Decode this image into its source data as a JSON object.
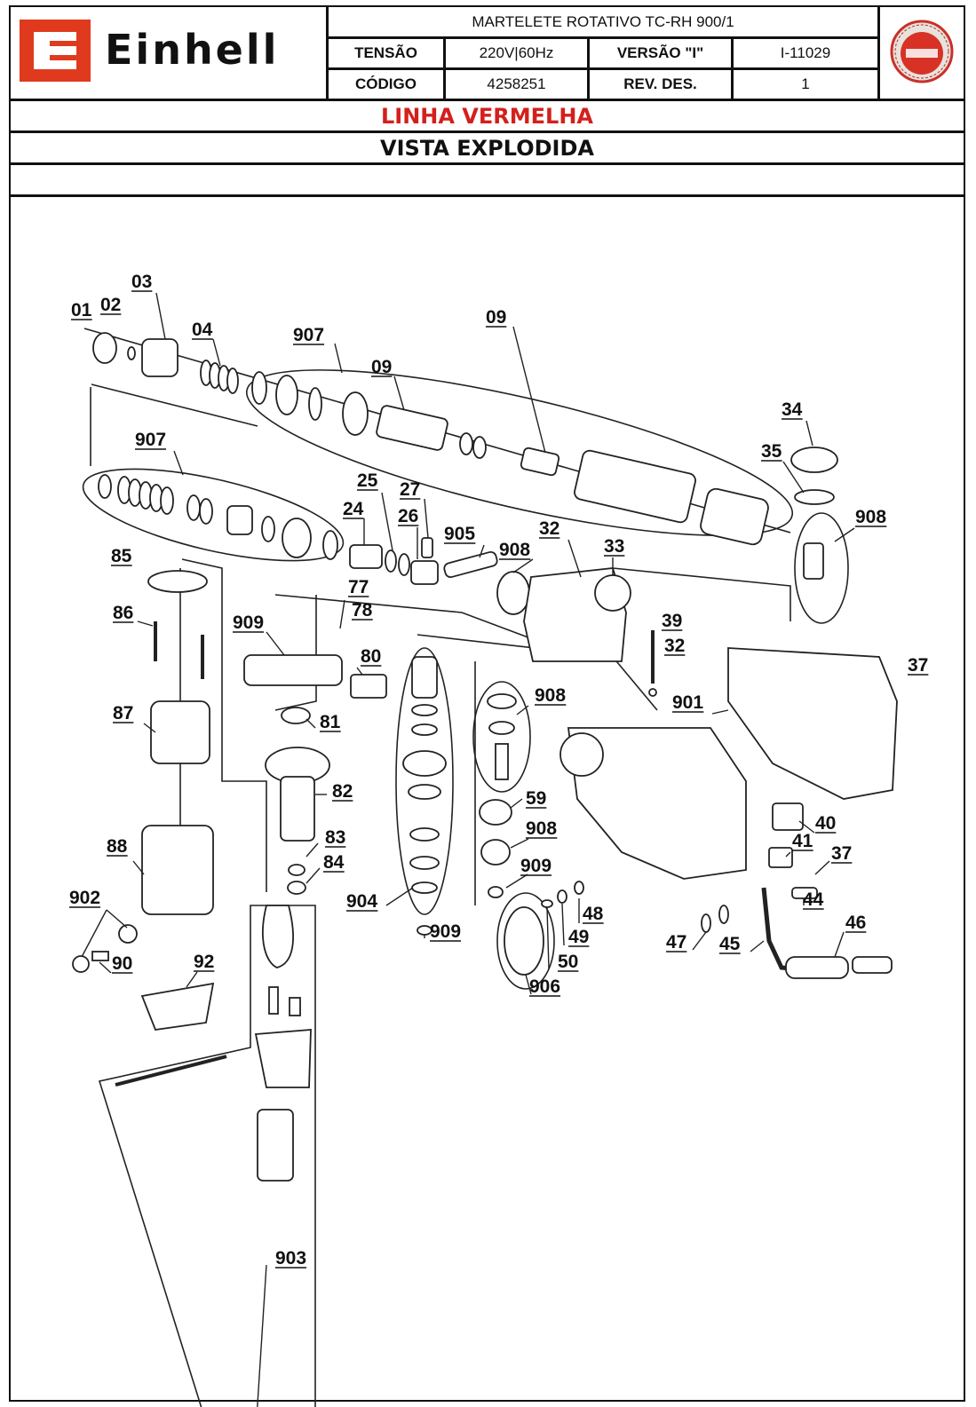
{
  "header": {
    "brand": "Einhell",
    "model_title": "MARTELETE ROTATIVO TC-RH 900/1",
    "tensao_label": "TENSÃO",
    "tensao_value": "220V|60Hz",
    "versao_label": "VERSÃO \"I\"",
    "versao_value": "I-11029",
    "codigo_label": "CÓDIGO",
    "codigo_value": "4258251",
    "rev_label": "REV. DES.",
    "rev_value": "1",
    "line_name": "LINHA VERMELHA",
    "view_title": "VISTA EXPLODIDA",
    "colors": {
      "brand_red": "#e03a1e",
      "line_red": "#d3201c",
      "ink": "#111111"
    }
  },
  "diagram": {
    "part_labels": {
      "p01": "01",
      "p02": "02",
      "p03": "03",
      "p04": "04",
      "p907a": "907",
      "p09a": "09",
      "p09b": "09",
      "p907b": "907",
      "p34": "34",
      "p35": "35",
      "p908a": "908",
      "p25": "25",
      "p27": "27",
      "p24": "24",
      "p26": "26",
      "p905": "905",
      "p32a": "32",
      "p33": "33",
      "p908b": "908",
      "p85": "85",
      "p77": "77",
      "p78": "78",
      "p86": "86",
      "p909a": "909",
      "p80": "80",
      "p39": "39",
      "p32b": "32",
      "p37a": "37",
      "p87": "87",
      "p81": "81",
      "p908c": "908",
      "p901": "901",
      "p82": "82",
      "p59": "59",
      "p40": "40",
      "p83": "83",
      "p908d": "908",
      "p41": "41",
      "p88": "88",
      "p84": "84",
      "p37b": "37",
      "p909b": "909",
      "p902": "902",
      "p904": "904",
      "p48": "48",
      "p44": "44",
      "p46": "46",
      "p909c": "909",
      "p49": "49",
      "p47": "47",
      "p45": "45",
      "p90": "90",
      "p92": "92",
      "p50": "50",
      "p906": "906",
      "p903": "903"
    }
  }
}
